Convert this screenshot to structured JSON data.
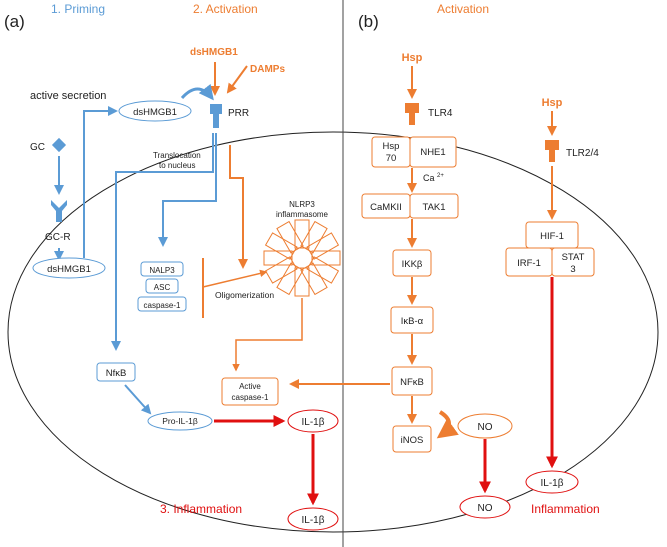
{
  "colors": {
    "blue": "#5b9bd5",
    "orange": "#ed7d31",
    "red": "#e01010",
    "black": "#222222",
    "box_blue": "#5b9bd5",
    "box_orange": "#ed7d31"
  },
  "panel_a": {
    "label": "(a)",
    "heading_priming": "1. Priming",
    "heading_activation": "2. Activation",
    "heading_inflammation": "3. Inflammation",
    "dshmgb1_top": "dsHMGB1",
    "damps": "DAMPs",
    "active_secretion": "active secretion",
    "dshmgb1_secreted": "dsHMGB1",
    "prr": "PRR",
    "gc": "GC",
    "gc_r": "GC-R",
    "dshmgb1_inner": "dsHMGB1",
    "translocation_line1": "Translocation",
    "translocation_line2": "to nucleus",
    "nlrp3_box": "NALP3",
    "asc_box": "ASC",
    "caspase_box": "caspase-1",
    "oligomerization": "Oligomerization",
    "inflammasome_line1": "NLRP3",
    "inflammasome_line2": "inflammasome",
    "nfkb": "NfκB",
    "active_caspase_line1": "Active",
    "active_caspase_line2": "caspase-1",
    "pro_il1b": "Pro-IL-1β",
    "il1b_inner": "IL-1β",
    "il1b_outer": "IL-1β"
  },
  "panel_b": {
    "label": "(b)",
    "heading_activation": "Activation",
    "hsp_left": "Hsp",
    "tlr4": "TLR4",
    "hsp70_line1": "Hsp",
    "hsp70_line2": "70",
    "nhe1": "NHE1",
    "ca": "Ca",
    "ca_sup": "2+",
    "camkii": "CaMKII",
    "tak1": "TAK1",
    "ikkb": "IKKβ",
    "ikba": "IκB-α",
    "nfkb": "NFκB",
    "inos": "iNOS",
    "no_inner": "NO",
    "no_outer": "NO",
    "hsp_right": "Hsp",
    "tlr24": "TLR2/4",
    "hif1": "HIF-1",
    "irf1": "IRF-1",
    "stat3_line1": "STAT",
    "stat3_line2": "3",
    "il1b": "IL-1β",
    "inflammation": "Inflammation"
  }
}
